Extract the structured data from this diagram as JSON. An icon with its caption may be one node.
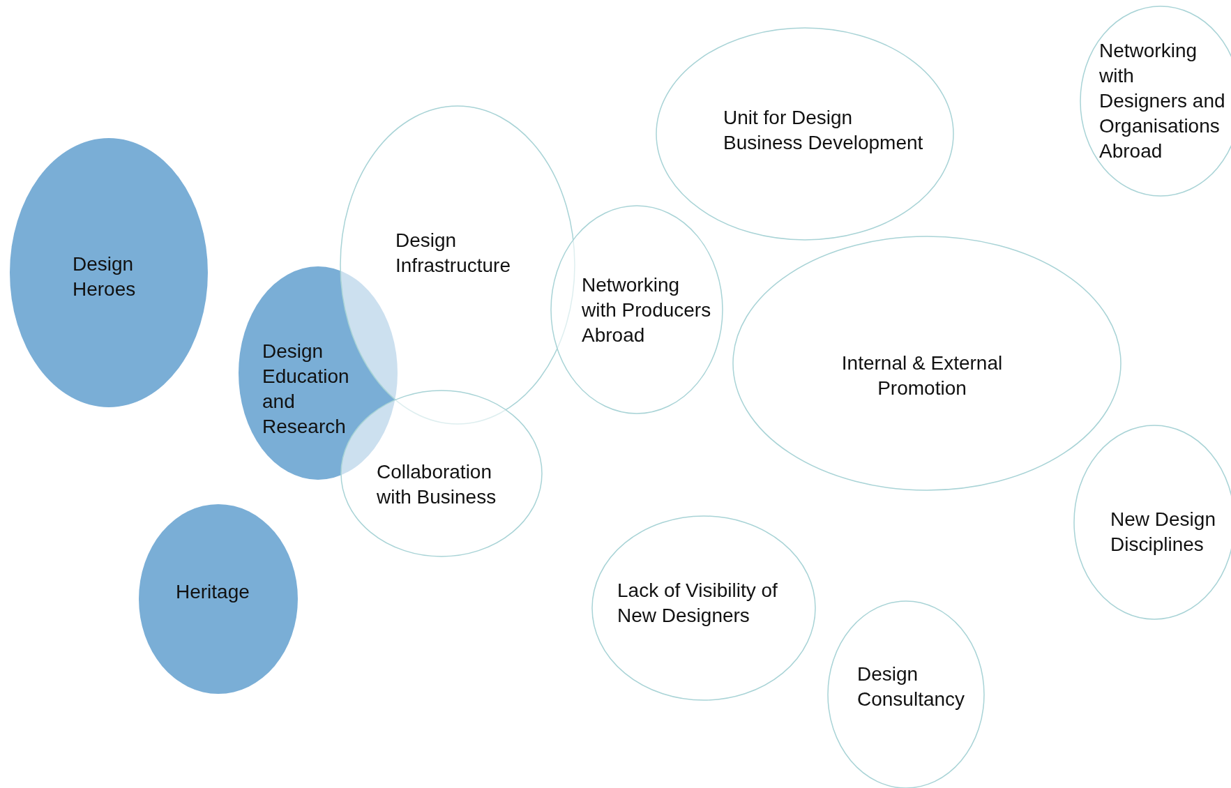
{
  "diagram": {
    "nodes": [
      {
        "text": [
          "Design Heroes"
        ]
      },
      {
        "text": [
          "Design Infrastructure"
        ]
      },
      {
        "text": [
          "Design Education and Research"
        ]
      },
      {
        "text": [
          "Collaboration with Business"
        ]
      },
      {
        "text": [
          "Heritage"
        ]
      },
      {
        "text": [
          "Unit for Design Business Development"
        ]
      },
      {
        "text": [
          "Networking with Designers and Organisations Abroad"
        ]
      },
      {
        "text": [
          "Networking with Producers Abroad"
        ]
      },
      {
        "text": [
          "Internal & External Promotion"
        ]
      },
      {
        "text": [
          "New Design Disciplines"
        ]
      },
      {
        "text": [
          "Lack of Visibility of New Designers"
        ]
      },
      {
        "text": [
          "Design Consultancy"
        ]
      }
    ]
  }
}
